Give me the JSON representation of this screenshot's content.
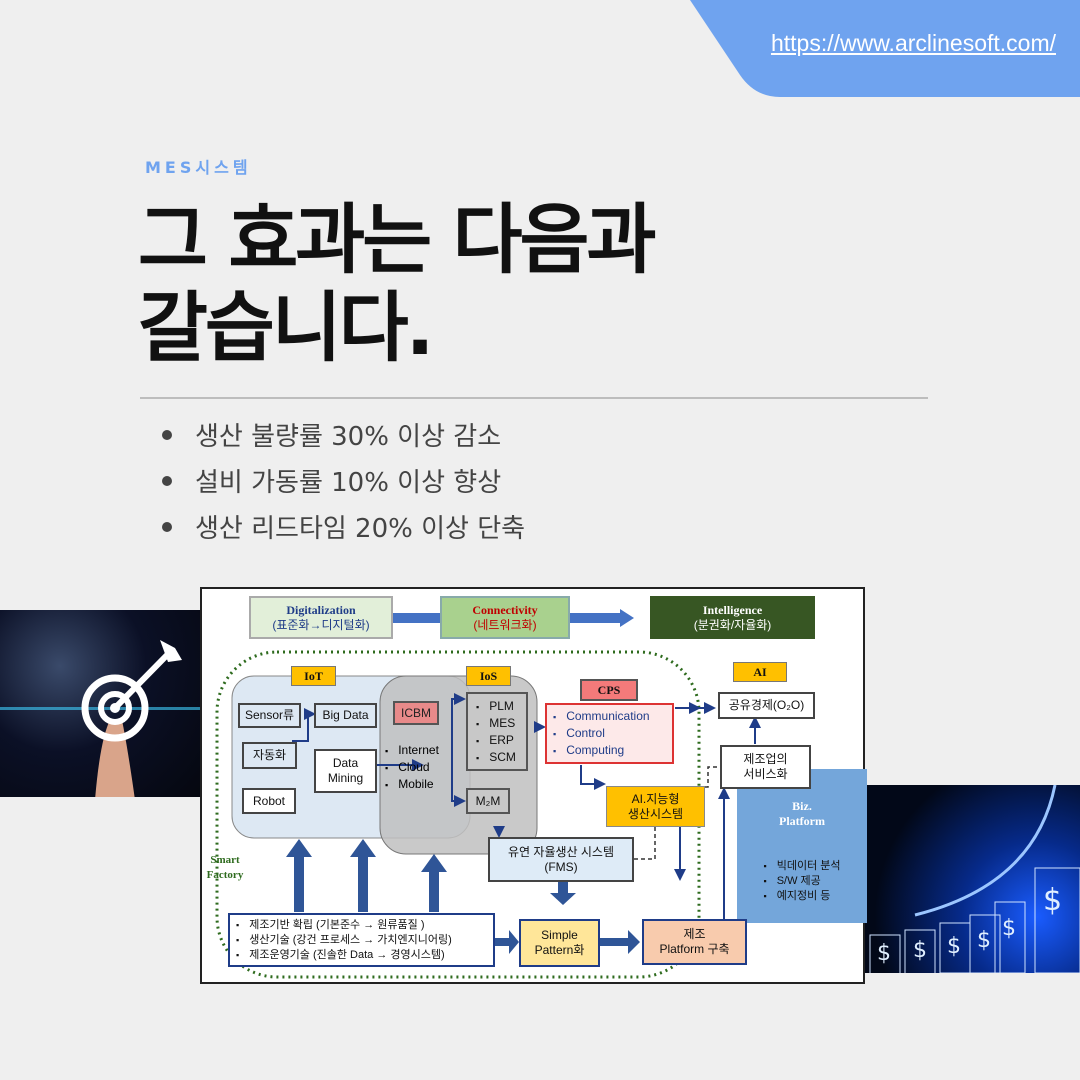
{
  "header": {
    "url": "https://www.arclinesoft.com/",
    "accent": "#6fa3ef"
  },
  "kicker": "MES시스템",
  "title": [
    "그 효과는 다음과",
    "갈습니다."
  ],
  "bullets": [
    "생산 불량률 30% 이상 감소",
    "설비 가동률 10% 이상 향상",
    "생산 리드타임 20% 이상 단축"
  ],
  "images": {
    "left": "target-arrow-finger-photo",
    "right": "dollar-bar-graph-photo"
  },
  "diagram": {
    "stages": [
      {
        "title": "Digitalization",
        "sub": "(표준화→디지털화)"
      },
      {
        "title": "Connectivity",
        "sub": "(네트워크화)"
      },
      {
        "title": "Intelligence",
        "sub": "(분권화/자율화)"
      }
    ],
    "iot": "IoT",
    "ios": "IoS",
    "icbm": "ICBM",
    "cps": "CPS",
    "ai": "AI",
    "sensor": "Sensor류",
    "bigdata": "Big Data",
    "auto": "자동화",
    "mining": "Data Mining",
    "robot": "Robot",
    "icbm_items": [
      "Internet",
      "Cloud",
      "Mobile"
    ],
    "ios_items": [
      "PLM",
      "MES",
      "ERP",
      "SCM"
    ],
    "m2m": "M₂M",
    "cps_items": [
      "Communication",
      "Control",
      "Computing"
    ],
    "o2o": "공유경제(O₂O)",
    "service": [
      "제조업의",
      "서비스화"
    ],
    "ai_prod": [
      "AI.지능형",
      "생산시스템"
    ],
    "fms": [
      "유연 자율생산 시스템",
      "(FMS)"
    ],
    "biz": [
      "Biz.",
      "Platform"
    ],
    "biz_items": [
      "빅데이터 분석",
      "S/W 제공",
      "예지정비 등"
    ],
    "smart": [
      "Smart",
      "Factory"
    ],
    "base_items": [
      "제조기반 확립 (기본준수 → 원류품질 )",
      "생산기술 (강건 프로세스 → 가치엔지니어링)",
      "제조운영기술 (진솔한 Data → 경영시스템)"
    ],
    "pattern": [
      "Simple",
      "Pattern화"
    ],
    "platform": [
      "제조",
      "Platform 구축"
    ]
  }
}
